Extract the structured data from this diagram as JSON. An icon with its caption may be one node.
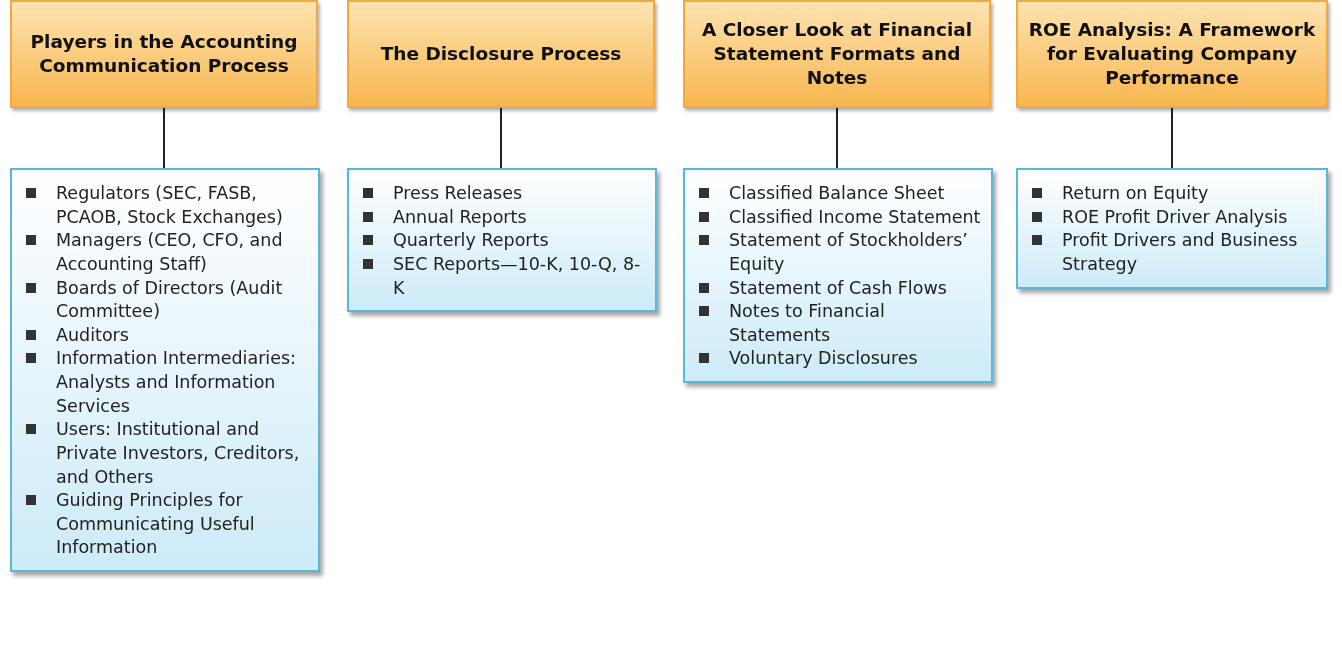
{
  "diagram": {
    "nodes": [
      {
        "text": [
          "Players in the Accounting Communication Process"
        ]
      },
      {
        "text": [
          "The Disclosure Process"
        ]
      },
      {
        "text": [
          "A Closer Look at Financial Statement Formats and Notes"
        ]
      },
      {
        "text": [
          "ROE Analysis: A Framework for Evaluating Company Performance"
        ]
      },
      {
        "text": [
          "Regulators (SEC, FASB, PCAOB, Stock Exchanges)",
          "Managers (CEO, CFO, and Accounting Staff)",
          "Boards of Directors (Audit Committee)",
          "Auditors",
          "Information Intermediaries: Analysts and Information Services",
          "Users: Institutional and Private Investors, Creditors, and Others",
          "Guiding Principles for Communicating Useful Information"
        ]
      },
      {
        "text": [
          "Press Releases",
          "Annual Reports",
          "Quarterly Reports",
          "SEC Reports—10-K, 10-Q, 8-K"
        ]
      },
      {
        "text": [
          "Classified Balance Sheet",
          "Classified Income Statement",
          "Statement of Stockholders’ Equity",
          "Statement of Cash Flows",
          "Notes to Financial Statements",
          "Voluntary Disclosures"
        ]
      },
      {
        "text": [
          "Return on Equity",
          "ROE Profit Driver Analysis",
          "Profit Drivers and Business Strategy"
        ]
      }
    ],
    "edges": [
      {
        "from": 0,
        "to": 4,
        "arrow": "none"
      },
      {
        "from": 1,
        "to": 5,
        "arrow": "none"
      },
      {
        "from": 2,
        "to": 6,
        "arrow": "none"
      },
      {
        "from": 3,
        "to": 7,
        "arrow": "none"
      }
    ]
  }
}
